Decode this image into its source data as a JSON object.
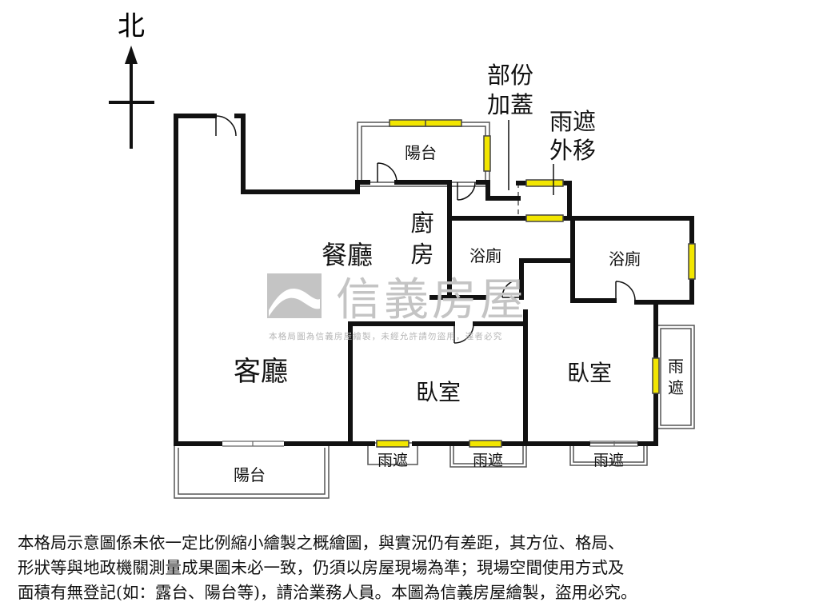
{
  "compass": {
    "label": "北"
  },
  "rooms": {
    "living_room": "客廳",
    "dining_room": "餐廳",
    "kitchen_line1": "廚",
    "kitchen_line2": "房",
    "bedroom_center": "臥室",
    "bedroom_right": "臥室",
    "bath_left": "浴廁",
    "bath_right": "浴廁",
    "balcony_top": "陽台",
    "balcony_bottom": "陽台",
    "canopy_right_line1": "雨",
    "canopy_right_line2": "遮",
    "canopy_bottom_1": "雨遮",
    "canopy_bottom_2": "雨遮",
    "canopy_bottom_3": "雨遮"
  },
  "annotations": {
    "partial_addition_line1": "部份",
    "partial_addition_line2": "加蓋",
    "canopy_moved_line1": "雨遮",
    "canopy_moved_line2": "外移"
  },
  "watermark": {
    "brand": "信義房屋",
    "notice": "本格局圖為信義房屋繪製，未經允許請勿盜用，違者必究"
  },
  "disclaimer": {
    "line1": "本格局示意圖係未依一定比例縮小繪製之概繪圖，與實況仍有差距，其方位、格局、",
    "line2": "形狀等與地政機關測量成果圖未必一致，仍須以房屋現場為準；現場空間使用方式及",
    "line3": "面積有無登記(如：露台、陽台等)，請洽業務人員。本圖為信義房屋繪製，盜用必究。"
  },
  "colors": {
    "wall": "#111111",
    "window": "#f2e600",
    "watermark": "#c4c4c4"
  }
}
